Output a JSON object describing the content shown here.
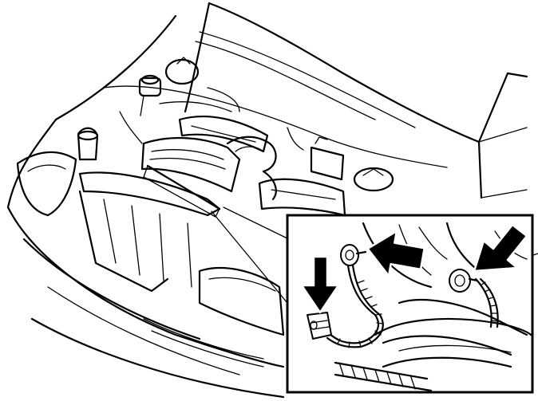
{
  "figure": {
    "scene": "engine-bay",
    "callout": "knock-sensor-detail",
    "arrow_count": 3,
    "colors": {
      "ink": "#000000",
      "paper": "#ffffff"
    }
  }
}
